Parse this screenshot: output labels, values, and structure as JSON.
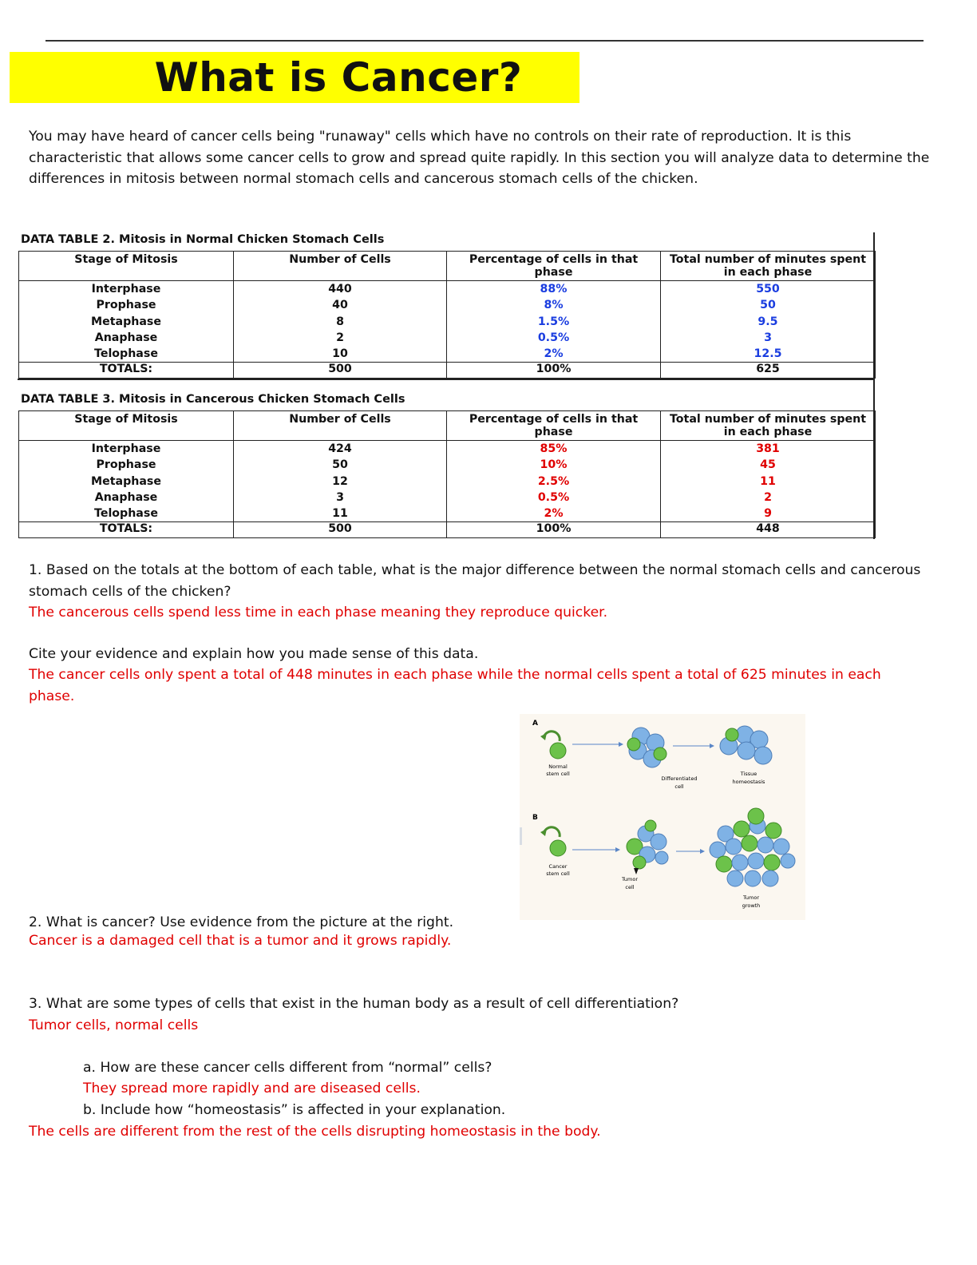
{
  "title": "What is Cancer?",
  "intro": "You may have heard of cancer cells being \"runaway\" cells which have no controls on their rate of reproduction. It is this characteristic that allows some cancer cells to grow and spread quite rapidly. In this section you will analyze data to determine the differences in mitosis between normal stomach cells and cancerous stomach cells of the chicken.",
  "table2": {
    "caption": "DATA TABLE 2. Mitosis in Normal Chicken Stomach Cells",
    "headers": [
      "Stage of Mitosis",
      "Number of Cells",
      "Percentage of cells in that phase",
      "Total number of minutes spent in each phase"
    ],
    "stages": [
      "Interphase",
      "Prophase",
      "Metaphase",
      "Anaphase",
      "Telophase"
    ],
    "counts": [
      "440",
      "40",
      "8",
      "2",
      "10"
    ],
    "percents": [
      "88%",
      "8%",
      "1.5%",
      "0.5%",
      "2%"
    ],
    "minutes": [
      "550",
      "50",
      "9.5",
      "3",
      "12.5"
    ],
    "totals": [
      "TOTALS:",
      "500",
      "100%",
      "625"
    ]
  },
  "table3": {
    "caption": "DATA TABLE 3. Mitosis in Cancerous Chicken Stomach Cells",
    "headers": [
      "Stage of Mitosis",
      "Number of Cells",
      "Percentage of cells in that phase",
      "Total number of minutes spent in each phase"
    ],
    "stages": [
      "Interphase",
      "Prophase",
      "Metaphase",
      "Anaphase",
      "Telophase"
    ],
    "counts": [
      "424",
      "50",
      "12",
      "3",
      "11"
    ],
    "percents": [
      "85%",
      "10%",
      "2.5%",
      "0.5%",
      "2%"
    ],
    "minutes": [
      "381",
      "45",
      "11",
      "2",
      "9"
    ],
    "totals": [
      "TOTALS:",
      "500",
      "100%",
      "448"
    ]
  },
  "q1": {
    "question": "1. Based on the totals at the bottom of each table, what is the major difference between the normal stomach cells and cancerous stomach cells of the chicken?",
    "answer": "The cancerous cells spend less time in each phase meaning they reproduce quicker.",
    "prompt": "Cite your evidence and explain how you made sense of this data.",
    "evidence": "The cancer cells only spent a total of 448 minutes in each phase while the normal cells spent a total of 625 minutes in each phase."
  },
  "figure": {
    "label_a": "A",
    "label_b": "B",
    "normal_stem_1": "Normal",
    "normal_stem_2": "stem cell",
    "diff_1": "Differentiated",
    "diff_2": "cell",
    "tissue_1": "Tissue",
    "tissue_2": "homeostasis",
    "cancer_stem_1": "Cancer",
    "cancer_stem_2": "stem cell",
    "tumor_cell_1": "Tumor",
    "tumor_cell_2": "cell",
    "tumor_growth_1": "Tumor",
    "tumor_growth_2": "growth",
    "colors": {
      "green": "#6cc24a",
      "blue": "#7fb2e5",
      "background": "#fbf7f0"
    }
  },
  "q2": {
    "question": "2. What is cancer? Use evidence from the picture at the right.",
    "answer": "Cancer is a damaged cell that is a tumor and it grows rapidly."
  },
  "q3": {
    "question": "3. What are some types of cells that exist in the human body as a result of cell differentiation?",
    "answer": "Tumor cells, normal cells",
    "a_question": "a. How are these cancer cells different from “normal” cells?",
    "a_answer": "They spread more rapidly and are diseased cells.",
    "b_question": "b. Include how “homeostasis” is affected in your explanation.",
    "b_answer": "The cells are different from the rest of the cells disrupting homeostasis in the body."
  }
}
